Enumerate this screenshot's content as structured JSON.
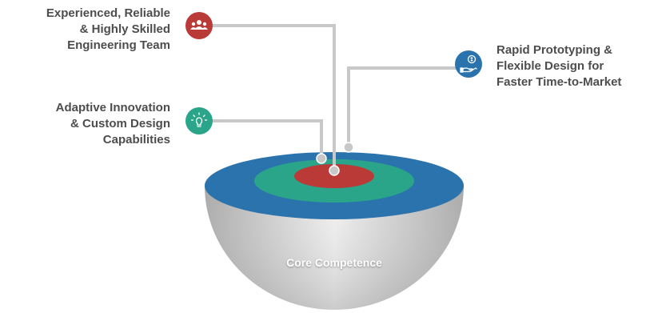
{
  "colors": {
    "red": "#b93a36",
    "teal": "#2aa58a",
    "blue": "#2b73ac",
    "connector": "#c8c8c8",
    "bowl_light": "#efefef",
    "bowl_dark": "#a9a9a9",
    "text": "#4d4d4d"
  },
  "competencies": [
    {
      "id": "team",
      "icon": "team-icon",
      "color": "red",
      "lines": [
        "Experienced, Reliable",
        "& Highly Skilled",
        "Engineering Team"
      ]
    },
    {
      "id": "innovation",
      "icon": "lightbulb-icon",
      "color": "teal",
      "lines": [
        "Adaptive Innovation",
        "& Custom Design",
        "Capabilities"
      ]
    },
    {
      "id": "prototyping",
      "icon": "money-hand-icon",
      "color": "blue",
      "lines": [
        "Rapid Prototyping &",
        "Flexible Design for",
        "Faster Time-to-Market"
      ]
    }
  ],
  "core": {
    "label": "Core Competence"
  }
}
